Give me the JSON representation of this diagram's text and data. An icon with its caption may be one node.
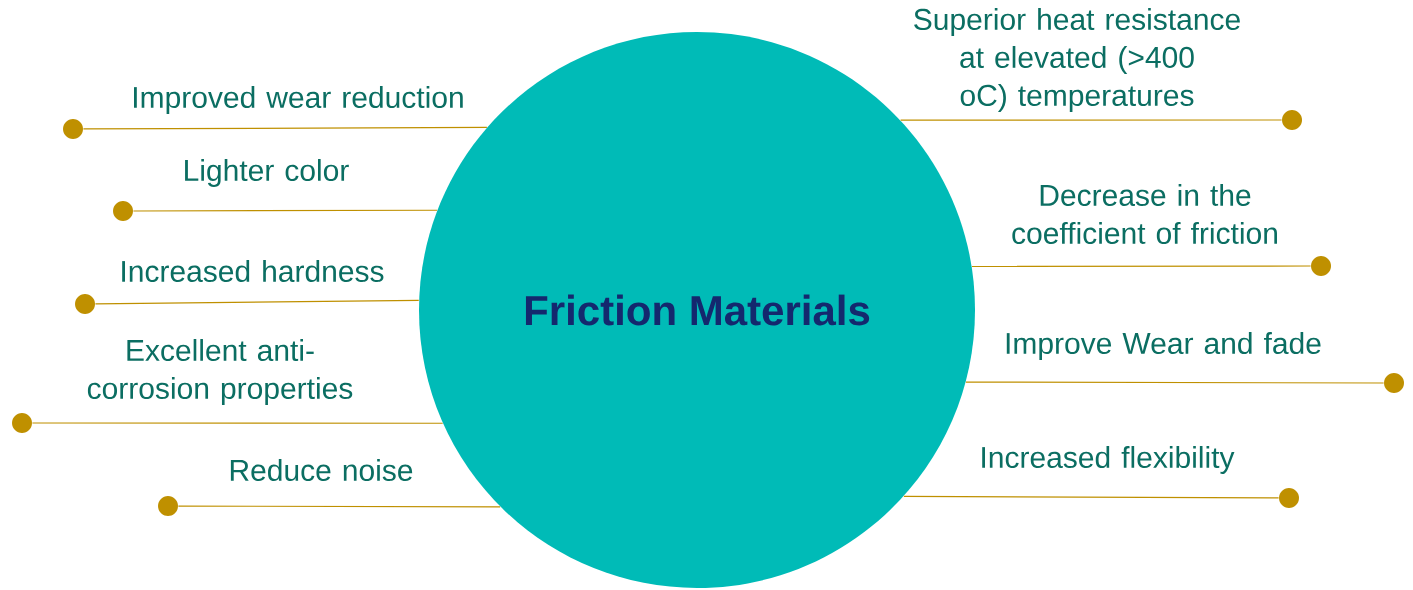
{
  "diagram": {
    "nodes": [
      {
        "text": [
          "Friction Materials"
        ]
      },
      {
        "text": [],
        "shape": "circle"
      },
      {
        "text": [],
        "shape": "circle"
      },
      {
        "text": [],
        "shape": "circle"
      },
      {
        "text": [],
        "shape": "circle"
      },
      {
        "text": [],
        "shape": "circle"
      },
      {
        "text": [],
        "shape": "circle"
      },
      {
        "text": [],
        "shape": "circle"
      },
      {
        "text": [],
        "shape": "circle"
      },
      {
        "text": [],
        "shape": "circle"
      }
    ],
    "edges": [
      {
        "from": 1,
        "to": 0,
        "arrow": "none",
        "label": "Improved wear reduction"
      },
      {
        "from": 2,
        "to": 0,
        "arrow": "none",
        "label": "Lighter color"
      },
      {
        "from": 3,
        "to": 0,
        "arrow": "none",
        "label": "Increased hardness"
      },
      {
        "from": 4,
        "to": 0,
        "arrow": "none",
        "label": "Excellent anti-corrosion properties"
      },
      {
        "from": 5,
        "to": 0,
        "arrow": "none",
        "label": "Reduce noise"
      },
      {
        "from": 6,
        "to": 0,
        "arrow": "none",
        "label": "Superior heat resistance at elevated (>400 oC) temperatures"
      },
      {
        "from": 7,
        "to": 0,
        "arrow": "none",
        "label": "Decrease in the coefficient of friction"
      },
      {
        "from": 8,
        "to": 0,
        "arrow": "none",
        "label": "Improve Wear and fade"
      },
      {
        "from": 9,
        "to": 0,
        "arrow": "none",
        "label": "Increased flexibility"
      }
    ]
  }
}
